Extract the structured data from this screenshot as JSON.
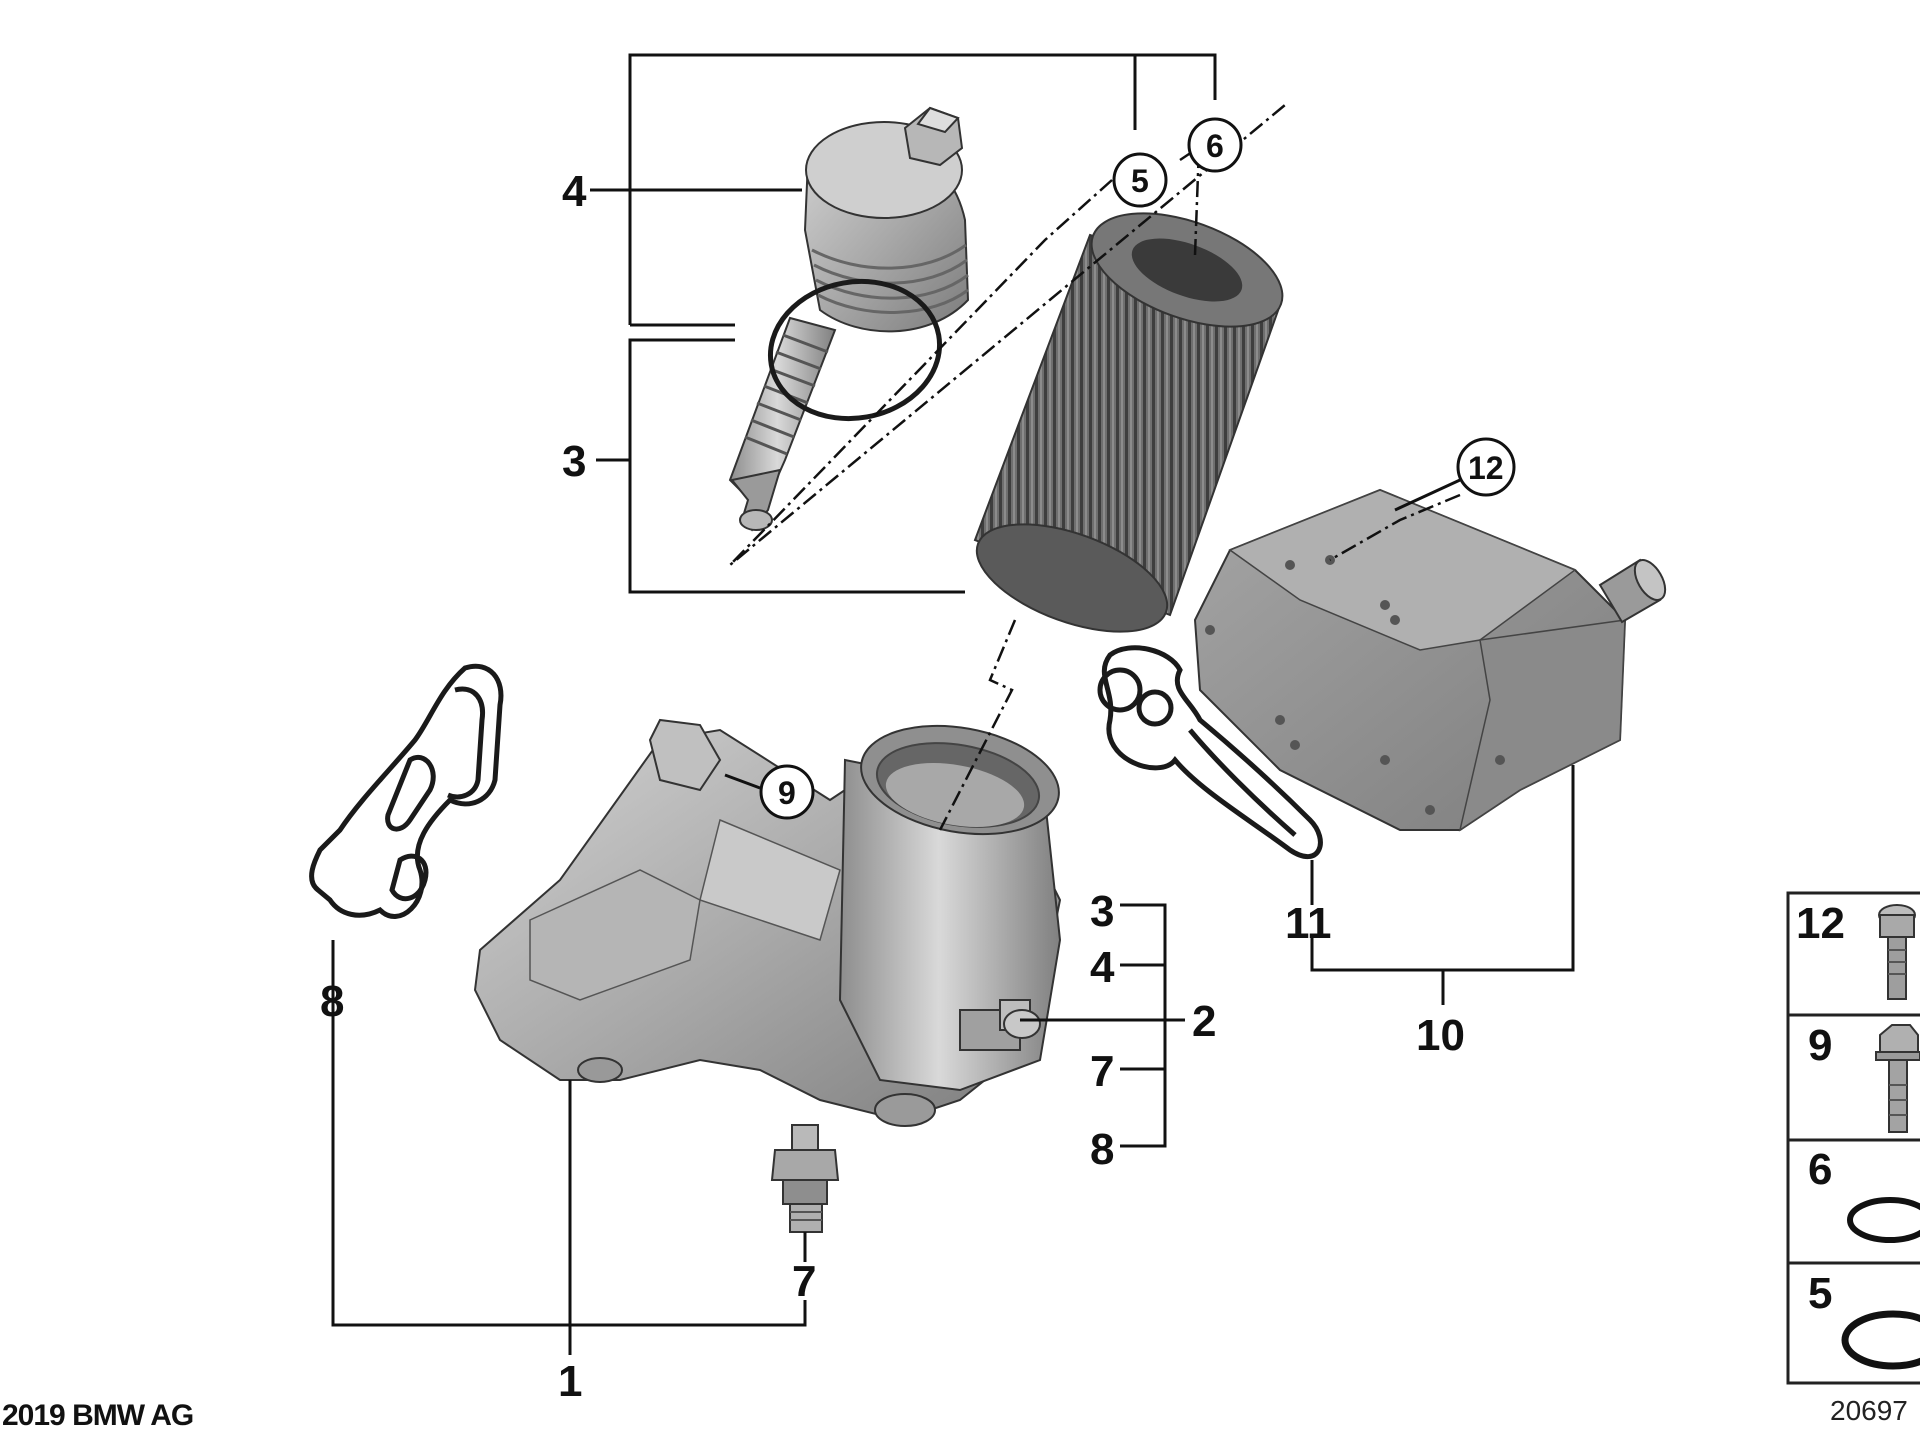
{
  "diagram": {
    "copyright": "2019 BMW AG",
    "image_id": "20697",
    "callouts": [
      {
        "id": "label-1",
        "text": "1"
      },
      {
        "id": "label-2",
        "text": "2"
      },
      {
        "id": "label-3-top",
        "text": "3"
      },
      {
        "id": "label-4-top",
        "text": "4"
      },
      {
        "id": "label-5-circled",
        "text": "5"
      },
      {
        "id": "label-6-circled",
        "text": "6"
      },
      {
        "id": "label-7-bottom",
        "text": "7"
      },
      {
        "id": "label-8-left",
        "text": "8"
      },
      {
        "id": "label-9-circled",
        "text": "9"
      },
      {
        "id": "label-10",
        "text": "10"
      },
      {
        "id": "label-11",
        "text": "11"
      },
      {
        "id": "label-12-circled",
        "text": "12"
      },
      {
        "id": "label-3-list",
        "text": "3"
      },
      {
        "id": "label-4-list",
        "text": "4"
      },
      {
        "id": "label-7-list",
        "text": "7"
      },
      {
        "id": "label-8-list",
        "text": "8"
      }
    ],
    "legend": [
      {
        "id": "legend-12",
        "text": "12",
        "part": "torx-screw"
      },
      {
        "id": "legend-9",
        "text": "9",
        "part": "hex-flange-bolt"
      },
      {
        "id": "legend-6",
        "text": "6",
        "part": "o-ring-small"
      },
      {
        "id": "legend-5",
        "text": "5",
        "part": "o-ring-large"
      }
    ]
  }
}
